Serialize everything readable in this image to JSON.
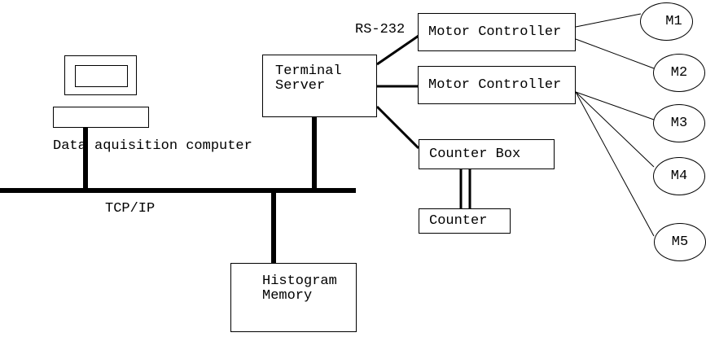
{
  "title": "Data acquisition system diagram",
  "labels": {
    "rs232": "RS-232",
    "tcpip": "TCP/IP",
    "data_acquisition": "Data aquisition computer"
  },
  "nodes": {
    "terminal_server": {
      "lines": [
        "Terminal",
        "Server"
      ]
    },
    "motor_controller_1": {
      "label": "Motor Controller"
    },
    "motor_controller_2": {
      "label": "Motor Controller"
    },
    "counter_box": {
      "label": "Counter Box"
    },
    "counter": {
      "label": "Counter"
    },
    "histogram_memory": {
      "lines": [
        "Histogram",
        "Memory"
      ]
    },
    "motors": [
      {
        "label": "M1"
      },
      {
        "label": "M2"
      },
      {
        "label": "M3"
      },
      {
        "label": "M4"
      },
      {
        "label": "M5"
      }
    ]
  },
  "edges": [
    {
      "from": "Data aquisition computer",
      "to": "TCP/IP bus"
    },
    {
      "from": "Terminal Server",
      "to": "TCP/IP bus"
    },
    {
      "from": "Histogram Memory",
      "to": "TCP/IP bus"
    },
    {
      "from": "Terminal Server",
      "to": "Motor Controller 1",
      "label": "RS-232"
    },
    {
      "from": "Terminal Server",
      "to": "Motor Controller 2",
      "label": "RS-232"
    },
    {
      "from": "Terminal Server",
      "to": "Counter Box",
      "label": "RS-232"
    },
    {
      "from": "Counter Box",
      "to": "Counter"
    },
    {
      "from": "Motor Controller 1",
      "to": "M1"
    },
    {
      "from": "Motor Controller 1",
      "to": "M2"
    },
    {
      "from": "Motor Controller 2",
      "to": "M3"
    },
    {
      "from": "Motor Controller 2",
      "to": "M4"
    },
    {
      "from": "Motor Controller 2",
      "to": "M5"
    }
  ],
  "colors": {
    "foreground": "#000000",
    "background": "#ffffff"
  }
}
